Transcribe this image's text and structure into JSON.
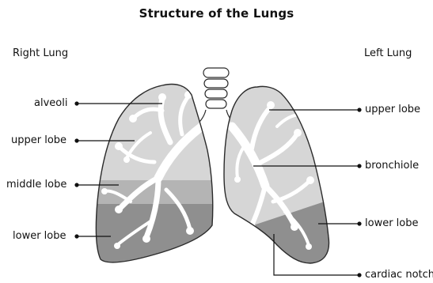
{
  "title": "Structure of the Lungs",
  "right_lung": {
    "heading": "Right Lung",
    "labels": [
      "alveoli",
      "upper lobe",
      "middle lobe",
      "lower lobe"
    ]
  },
  "left_lung": {
    "heading": "Left Lung",
    "labels": [
      "upper lobe",
      "bronchiole",
      "lower lobe",
      "cardiac notch"
    ]
  },
  "colors": {
    "lung_light": "#d6d6d6",
    "lung_mid": "#b4b4b4",
    "lung_dark": "#8f8f8f",
    "outline": "#2b2b2b",
    "airway": "#ffffff",
    "leader": "#111111"
  }
}
